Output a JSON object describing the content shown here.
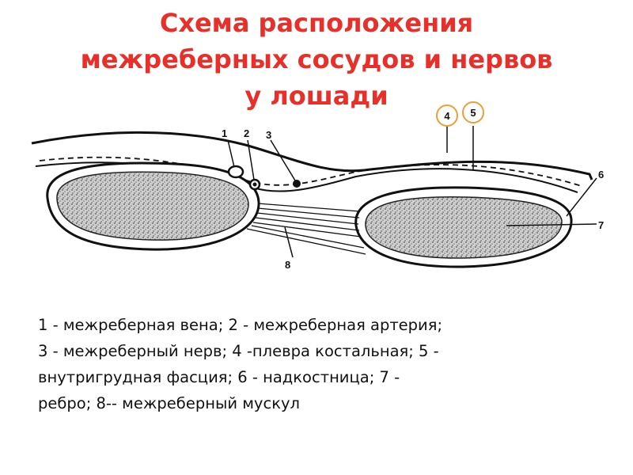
{
  "title": {
    "line1": "Схема расположения",
    "line2": "межреберных сосудов и нервов",
    "line3": "у лошади"
  },
  "diagram": {
    "labels": {
      "l1": "1",
      "l2": "2",
      "l3": "3",
      "l4": "4",
      "l5": "5",
      "l6": "6",
      "l7": "7",
      "l8": "8"
    },
    "colors": {
      "badge_border": "#e8a13a",
      "line": "#111111",
      "title": "#e8302a"
    }
  },
  "legend": {
    "line1": "1 - межреберная вена; 2 - межреберная артерия;",
    "line2": "3 - межреберный нерв; 4 -плевра костальная; 5 -",
    "line3": "внутригрудная фасция; 6 - надкостница; 7 -",
    "line4": "ребро; 8-- межреберный мускул"
  }
}
